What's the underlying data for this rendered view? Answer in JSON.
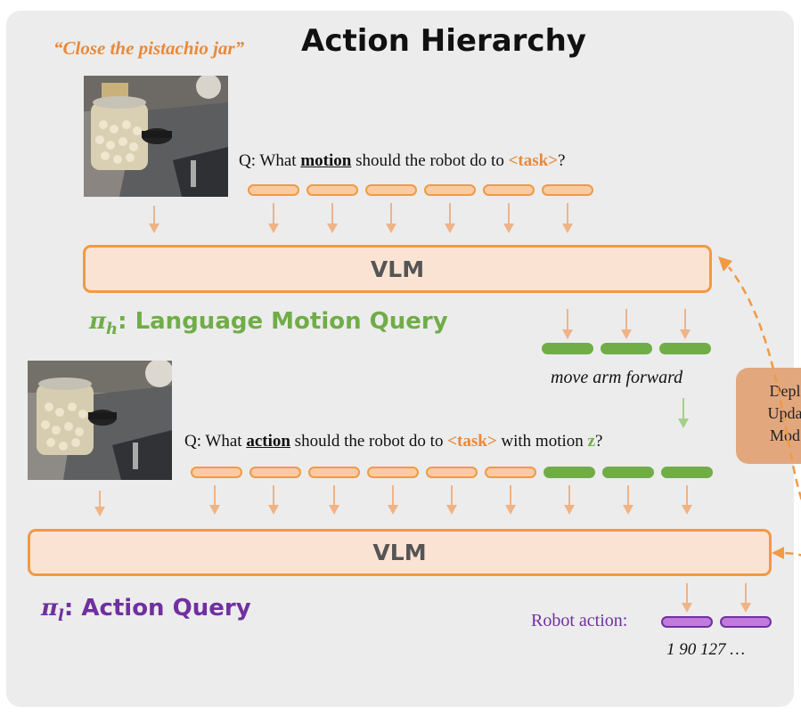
{
  "title": "Action Hierarchy",
  "instruction": "“Close the pistachio jar”",
  "high_level": {
    "query_prefix": "Q: What ",
    "query_keyword": "motion",
    "query_mid": " should the robot do to ",
    "task_token": "<task>",
    "query_suffix": "?",
    "vlm_label": "VLM",
    "policy_symbol": "π",
    "policy_subscript": "h",
    "policy_name": ": Language Motion Query",
    "motion_output": "move arm forward"
  },
  "low_level": {
    "query_prefix": "Q: What ",
    "query_keyword": "action",
    "query_mid": " should the robot do to ",
    "task_token": "<task>",
    "query_mid2": " with motion ",
    "motion_var": "z",
    "query_suffix": "?",
    "vlm_label": "VLM",
    "policy_symbol": "π",
    "policy_subscript": "l",
    "policy_name": ": Action Query",
    "robot_action_label": "Robot action:",
    "action_values": "1 90 127 …"
  },
  "deploy_box": {
    "lines": [
      "Depl",
      "Upda",
      "Mod"
    ]
  },
  "colors": {
    "orange": "#f09a45",
    "orange_token_fill": "#f8cba6",
    "green": "#70ad47",
    "purple": "#7030a0",
    "vlm_fill": "#fbe3d3",
    "panel": "#ececec",
    "deploy_fill": "#e3a77e"
  }
}
